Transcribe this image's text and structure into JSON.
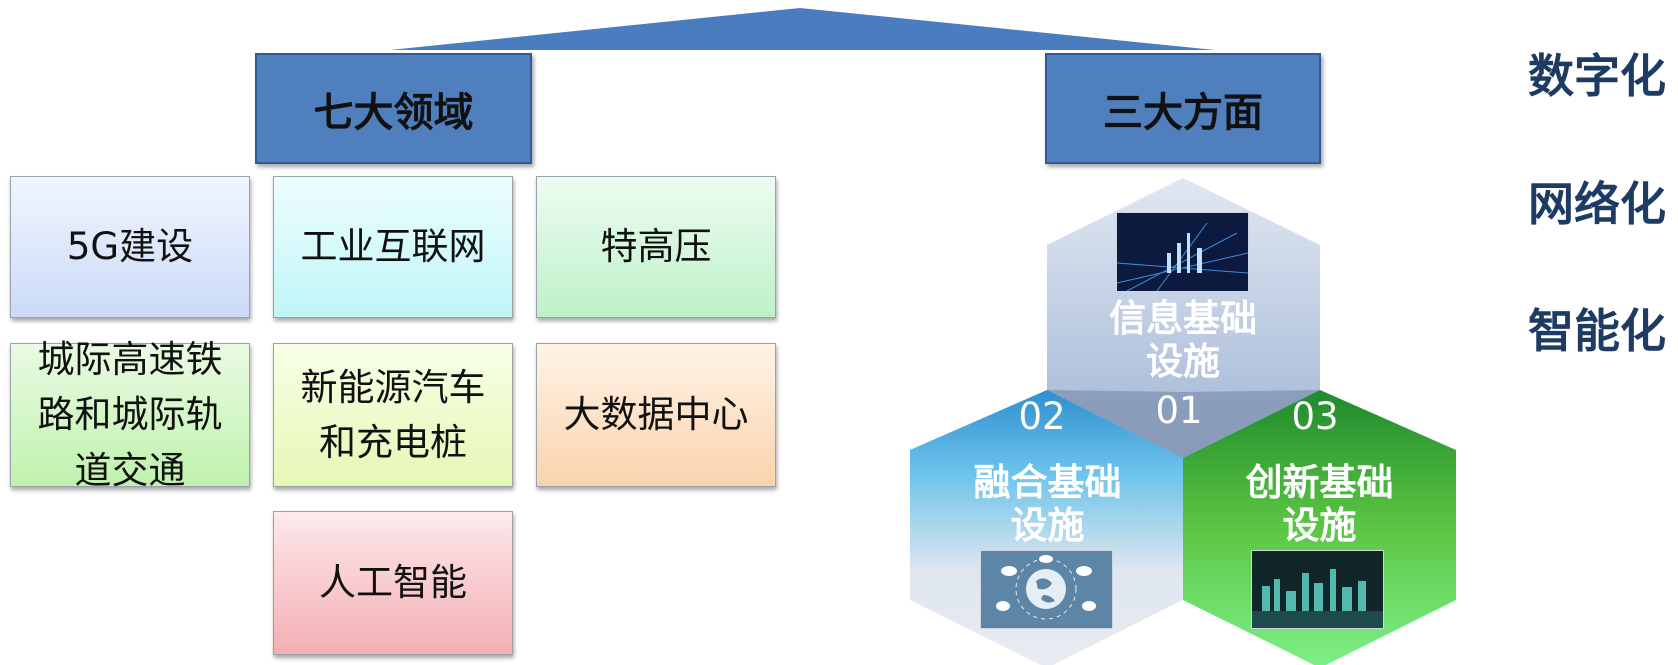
{
  "left_header": "七大领域",
  "right_header": "三大方面",
  "domains": [
    {
      "lines": [
        "5G建设"
      ],
      "color_top": "#f1f6ff",
      "color_bottom": "#cbdaf7"
    },
    {
      "lines": [
        "工业互联网"
      ],
      "color_top": "#eefeff",
      "color_bottom": "#bff5f6"
    },
    {
      "lines": [
        "特高压"
      ],
      "color_top": "#eefcf1",
      "color_bottom": "#bdf1c9"
    },
    {
      "lines": [
        "城际高速铁",
        "路和城际轨",
        "道交通"
      ],
      "color_top": "#eafbe3",
      "color_bottom": "#bff2ad"
    },
    {
      "lines": [
        "新能源汽车",
        "和充电桩"
      ],
      "color_top": "#f8ffe6",
      "color_bottom": "#e6f7b5"
    },
    {
      "lines": [
        "大数据中心"
      ],
      "color_top": "#fff3e6",
      "color_bottom": "#fad3ad"
    },
    {
      "lines": [
        "人工智能"
      ],
      "color_top": "#fdeaec",
      "color_bottom": "#f3aeb2"
    }
  ],
  "aspects": [
    {
      "number": "01",
      "lines": [
        "信息基础",
        "设施"
      ],
      "icon": "city-network-photo"
    },
    {
      "number": "02",
      "lines": [
        "融合基础",
        "设施"
      ],
      "icon": "globe-cloud-network-icon"
    },
    {
      "number": "03",
      "lines": [
        "创新基础",
        "设施"
      ],
      "icon": "night-city-skyline-photo"
    }
  ],
  "keywords": [
    "数字化",
    "网络化",
    "智能化"
  ],
  "colors": {
    "header_fill": "#4f7fbd",
    "header_border": "#2f5b93",
    "keyword_text": "#1e3b63",
    "triangle_top": "#b8c9e2",
    "triangle_left": "#4fb6e3",
    "triangle_right": "#2ea53c"
  }
}
